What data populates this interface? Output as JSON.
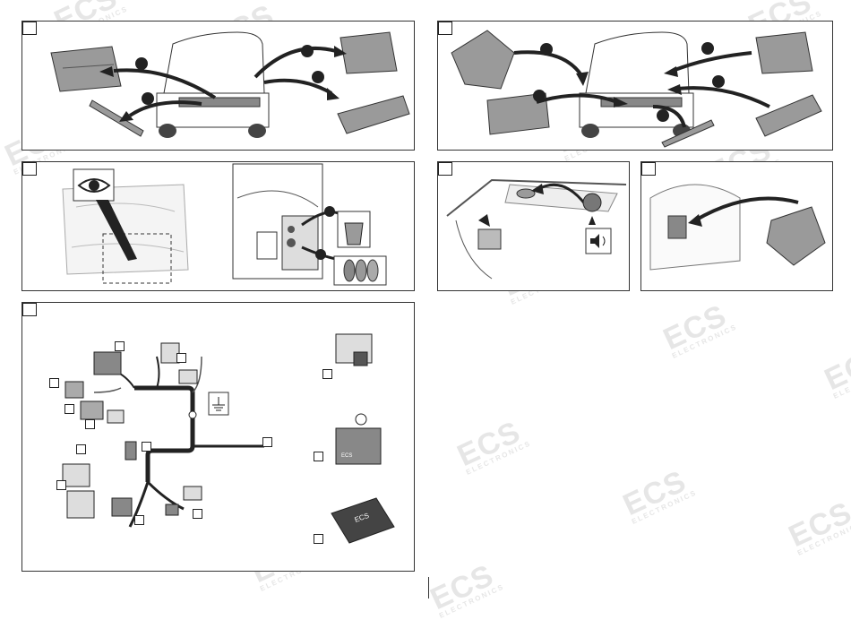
{
  "brand": {
    "watermark_text": "ECS",
    "watermark_subtext": "ELECTRONICS"
  },
  "panels": [
    {
      "id": "step-1",
      "title": ""
    },
    {
      "id": "step-2",
      "title": ""
    },
    {
      "id": "step-3",
      "title": ""
    },
    {
      "id": "step-4",
      "title": ""
    },
    {
      "id": "step-5",
      "title": ""
    },
    {
      "id": "step-6",
      "title": ""
    },
    {
      "id": "step-7",
      "title": ""
    }
  ],
  "relay_labels": {
    "relay2": "ECS",
    "module": "ECS"
  },
  "colors": {
    "line": "#333333",
    "fill_grey": "#9a9a9a",
    "fill_light": "#d8d8d8",
    "watermark": "#e6e6e6"
  }
}
